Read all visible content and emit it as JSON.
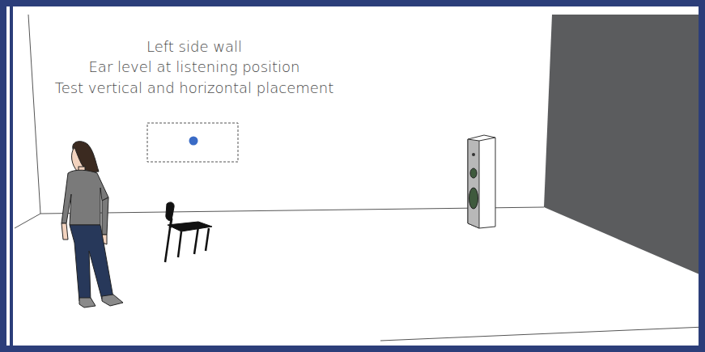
{
  "diagram": {
    "labels": [
      "Left side wall",
      "Ear level at listening position",
      "Test vertical and horizontal placement"
    ]
  }
}
